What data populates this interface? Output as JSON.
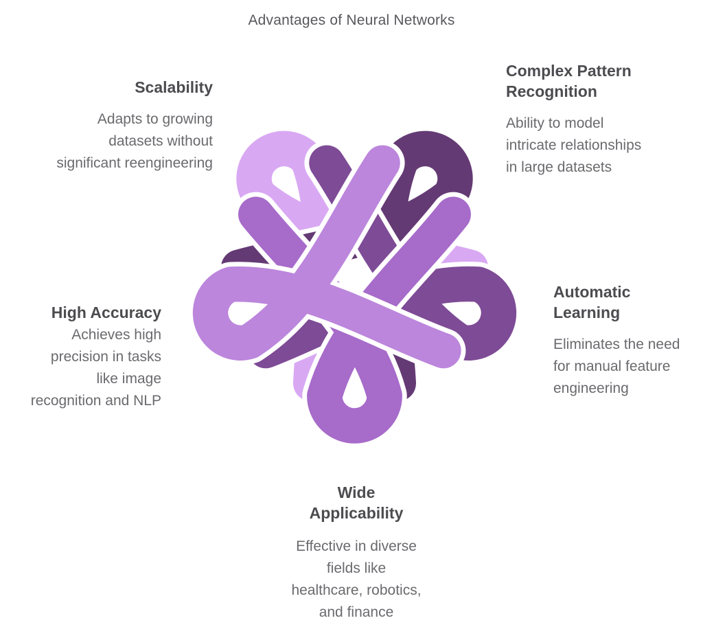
{
  "title": "Advantages of Neural Networks",
  "items": [
    {
      "id": "scalability",
      "label": "Scalability",
      "description": "Adapts to growing datasets without significant reengineering",
      "color": "#d9a8f3"
    },
    {
      "id": "complex-pattern-recognition",
      "label": "Complex Pattern Recognition",
      "description": "Ability to model intricate relationships in large datasets",
      "color": "#643a74"
    },
    {
      "id": "automatic-learning",
      "label": "Automatic Learning",
      "description": "Eliminates the need for manual feature engineering",
      "color": "#7e4b96"
    },
    {
      "id": "wide-applicability",
      "label": "Wide Applicability",
      "description": "Effective in diverse fields like healthcare, robotics, and finance",
      "color": "#a76bca"
    },
    {
      "id": "high-accuracy",
      "label": "High Accuracy",
      "description": "Achieves high precision in tasks like image recognition and NLP",
      "color": "#bc86dc"
    }
  ],
  "knot": {
    "halo_color": "#ffffff"
  }
}
